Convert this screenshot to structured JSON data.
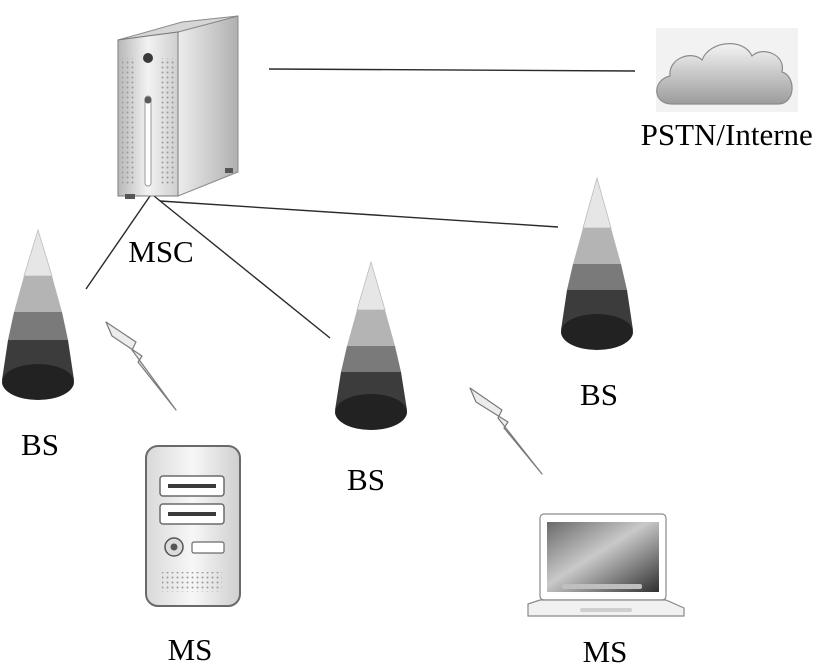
{
  "labels": {
    "msc": "MSC",
    "pstn": "PSTN/Internet",
    "bs_left": "BS",
    "bs_center": "BS",
    "bs_right": "BS",
    "ms_desktop": "MS",
    "ms_laptop": "MS"
  },
  "nodes": [
    {
      "id": "msc",
      "kind": "server",
      "label_key": "msc"
    },
    {
      "id": "pstn",
      "kind": "cloud",
      "label_key": "pstn"
    },
    {
      "id": "bs_left",
      "kind": "base-station",
      "label_key": "bs_left"
    },
    {
      "id": "bs_center",
      "kind": "base-station",
      "label_key": "bs_center"
    },
    {
      "id": "bs_right",
      "kind": "base-station",
      "label_key": "bs_right"
    },
    {
      "id": "ms_desktop",
      "kind": "desktop-pc",
      "label_key": "ms_desktop"
    },
    {
      "id": "ms_laptop",
      "kind": "laptop",
      "label_key": "ms_laptop"
    }
  ],
  "wired_links": [
    {
      "from": "msc",
      "to": "pstn"
    },
    {
      "from": "msc",
      "to": "bs_left"
    },
    {
      "from": "msc",
      "to": "bs_center"
    },
    {
      "from": "msc",
      "to": "bs_right"
    }
  ],
  "wireless_links": [
    {
      "from": "bs_left",
      "to": "ms_desktop"
    },
    {
      "from": "bs_center",
      "to": "ms_laptop"
    }
  ],
  "colors": {
    "line": "#2a2a2a",
    "cone_light": "#e6e6e6",
    "cone_mid": "#a8a8a8",
    "cone_dark": "#6e6e6e",
    "cone_base": "#2e2e2e",
    "bolt": "#ececec"
  }
}
